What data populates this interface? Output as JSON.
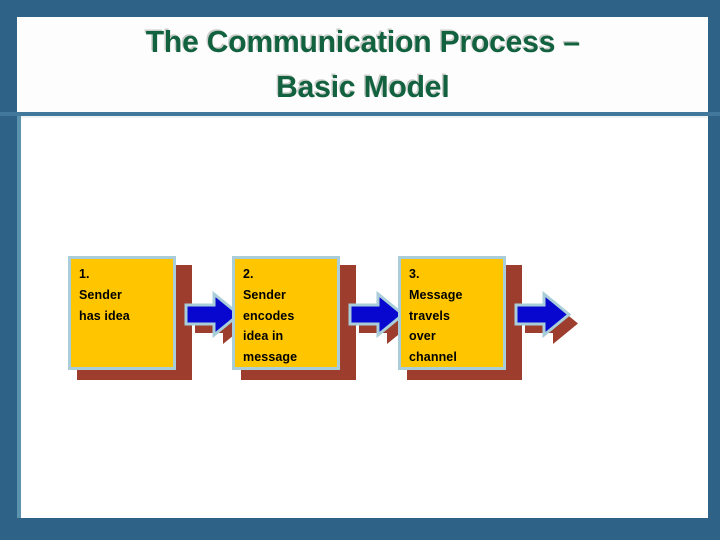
{
  "slide": {
    "title": "The Communication Process –\nBasic Model",
    "frame_color": "#2E6387",
    "title_color": "#12613F",
    "title_shadow_color": "#C9CDC9",
    "panel_background": "#FFFFFF",
    "rule_color": "#41789C"
  },
  "diagram": {
    "type": "process-flow",
    "orientation": "left-to-right",
    "box_fill": "#FFC600",
    "box_border": "#A9CED9",
    "box_shadow": "#9C3D2E",
    "arrow_fill": "#0707D0",
    "arrow_outline": "#A9CED9",
    "arrow_shadow": "#9C3D2E",
    "steps": [
      {
        "number": "1.",
        "text": "1.\nSender\nhas idea",
        "name": "sender-has-idea"
      },
      {
        "number": "2.",
        "text": "2.\nSender\nencodes\nidea in\nmessage",
        "name": "sender-encodes-idea"
      },
      {
        "number": "3.",
        "text": "3.\nMessage\ntravels\nover\nchannel",
        "name": "message-travels-over-channel"
      }
    ],
    "connectors": [
      {
        "name": "arrow-step1-to-step2"
      },
      {
        "name": "arrow-step2-to-step3"
      },
      {
        "name": "arrow-step3-onward"
      }
    ]
  }
}
